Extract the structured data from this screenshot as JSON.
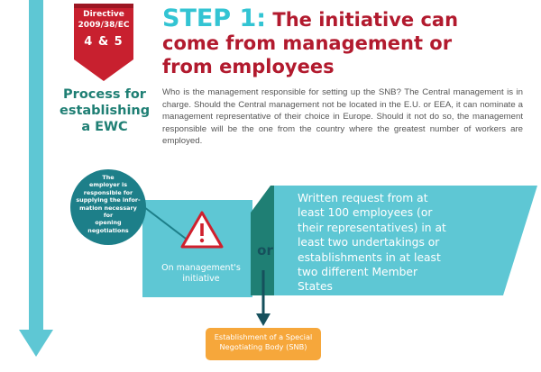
{
  "badge": {
    "line1": "Directive",
    "line2": "2009/38/EC",
    "line3": "4 & 5"
  },
  "process_title": [
    "Process for",
    "establishing",
    "a EWC"
  ],
  "step": {
    "label": "STEP 1:",
    "title_lines": [
      " The initiative can",
      "come from management or",
      "from employees"
    ]
  },
  "intro": "Who is the management responsible for setting up the SNB? The Central management is in charge. Should the Central management not be located in the E.U. or EEA, it can nominate a management representative of their choice in Europe. Should it not do so, the management responsible will be the one from the country where the greatest number of workers are employed.",
  "employer_note": [
    "The",
    "employer is",
    "responsible for",
    "supplying the infor-",
    "mation necessary for",
    "opening",
    "negotiations"
  ],
  "management_label": [
    "On management's",
    "initiative"
  ],
  "or_label": "or",
  "request_text": [
    "Written request from at",
    "least 100 employees (or",
    "their representatives) in at",
    "least two undertakings or",
    "establishments in at least",
    "two different Member",
    "States"
  ],
  "snb_label": [
    "Establishment of a Special",
    "Negotiating Body (SNB)"
  ],
  "colors": {
    "badge": "#c8202f",
    "teal_dark": "#1f7f74",
    "teal_light": "#5ec7d4",
    "cyan": "#33c4d3",
    "dark_circle": "#1d7f89",
    "crimson": "#b21a2e",
    "orange": "#f6a73b",
    "warning": "#d0202d"
  }
}
